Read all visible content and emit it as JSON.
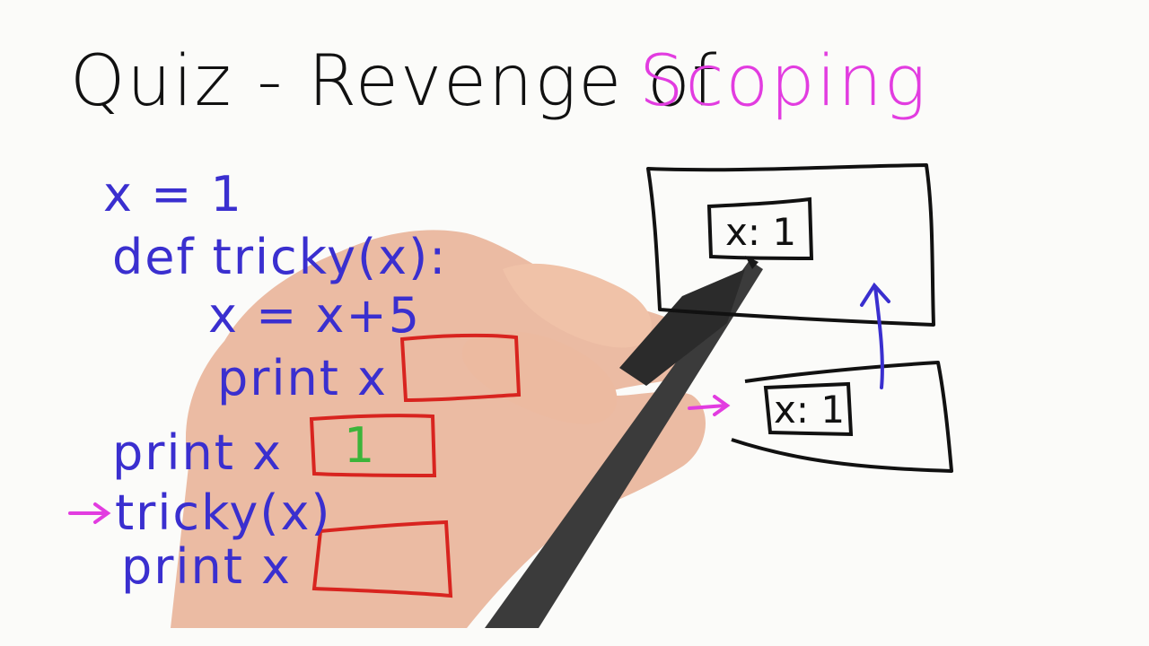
{
  "title": {
    "prefix": "Quiz - Revenge of",
    "highlight": "Scoping"
  },
  "code_lines": [
    "x = 1",
    "def tricky(x):",
    "x = x+5",
    "print x",
    "print x",
    "tricky(x)",
    "print x"
  ],
  "answers": {
    "print_in_function": "",
    "print_before_call": "1",
    "print_after_call": ""
  },
  "diagram": {
    "global_frame_var": "x: 1",
    "local_frame_var": "x: 1"
  },
  "colors": {
    "ink_black": "#111111",
    "ink_blue": "#3a2fcf",
    "ink_magenta": "#e23ce0",
    "ink_red": "#d8241f",
    "ink_green": "#3cb43a"
  }
}
